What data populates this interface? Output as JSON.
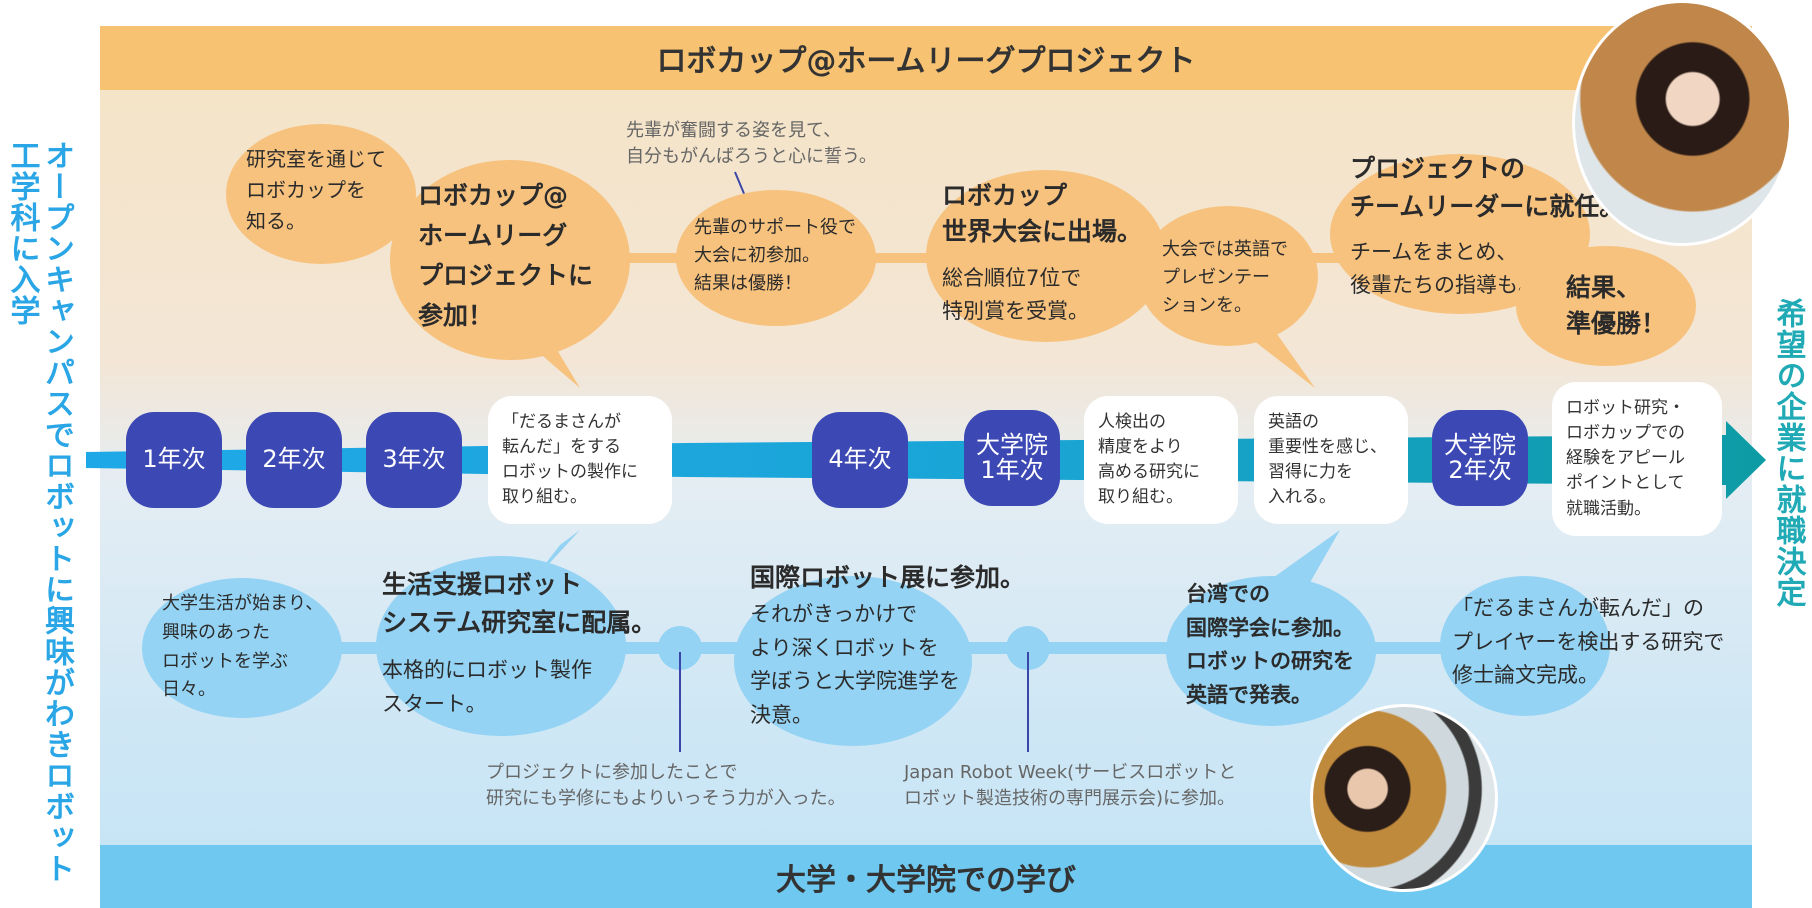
{
  "header": {
    "title": "ロボカップ@ホームリーグプロジェクト"
  },
  "footer": {
    "title": "大学・大学院での学び"
  },
  "left_caption": "オープンキャンパスでロボットに興味がわきロボット工学科に入学",
  "right_caption": "希望の企業に就職決定",
  "colors": {
    "node": "#3c49b4",
    "bar_start": "#1fa8e8",
    "bar_end": "#0d9ba5",
    "orange_bubble": "#f7c27e",
    "blue_bubble": "#94d3f3"
  },
  "timeline": {
    "nodes": [
      "1年次",
      "2年次",
      "3年次",
      "4年次",
      "大学院\n1年次",
      "大学院\n2年次"
    ],
    "cards": [
      "「だるまさんが\n転んだ」をする\nロボットの製作に\n取り組む。",
      "人検出の\n精度をより\n高める研究に\n取り組む。",
      "英語の\n重要性を感じ、\n習得に力を\n入れる。",
      "ロボット研究・\nロボカップでの\n経験をアピール\nポイントとして\n就職活動。"
    ]
  },
  "upper": {
    "b1": "研究室を通じて\nロボカップを\n知る。",
    "b2": "ロボカップ@\nホームリーグ\nプロジェクトに\n参加！",
    "note1": "先輩が奮闘する姿を見て、\n自分もがんばろうと心に誓う。",
    "b3": "先輩のサポート役で\n大会に初参加。\n結果は優勝！",
    "b4_title": "ロボカップ\n世界大会に出場。",
    "b4_body": "総合順位7位で\n特別賞を受賞。",
    "b5": "大会では英語で\nプレゼンテー\nションを。",
    "b6_title": "プロジェクトの\nチームリーダーに就任。",
    "b6_body": "チームをまとめ、\n後輩たちの指導も。",
    "b7": "結果、\n準優勝！"
  },
  "lower": {
    "c1": "大学生活が始まり、\n興味のあった\nロボットを学ぶ\n日々。",
    "c2_title": "生活支援ロボット\nシステム研究室に配属。",
    "c2_body": "本格的にロボット製作\nスタート。",
    "note2": "プロジェクトに参加したことで\n研究にも学修にもよりいっそう力が入った。",
    "c3_title": "国際ロボット展に参加。",
    "c3_body": "それがきっかけで\nより深くロボットを\n学ぼうと大学院進学を\n決意。",
    "note3": "Japan Robot Week(サービスロボットと\nロボット製造技術の専門展示会)に参加。",
    "c4": "台湾での\n国際学会に参加。\nロボットの研究を\n英語で発表。",
    "c5": "「だるまさんが転んだ」の\nプレイヤーを検出する研究で\n修士論文完成。"
  }
}
